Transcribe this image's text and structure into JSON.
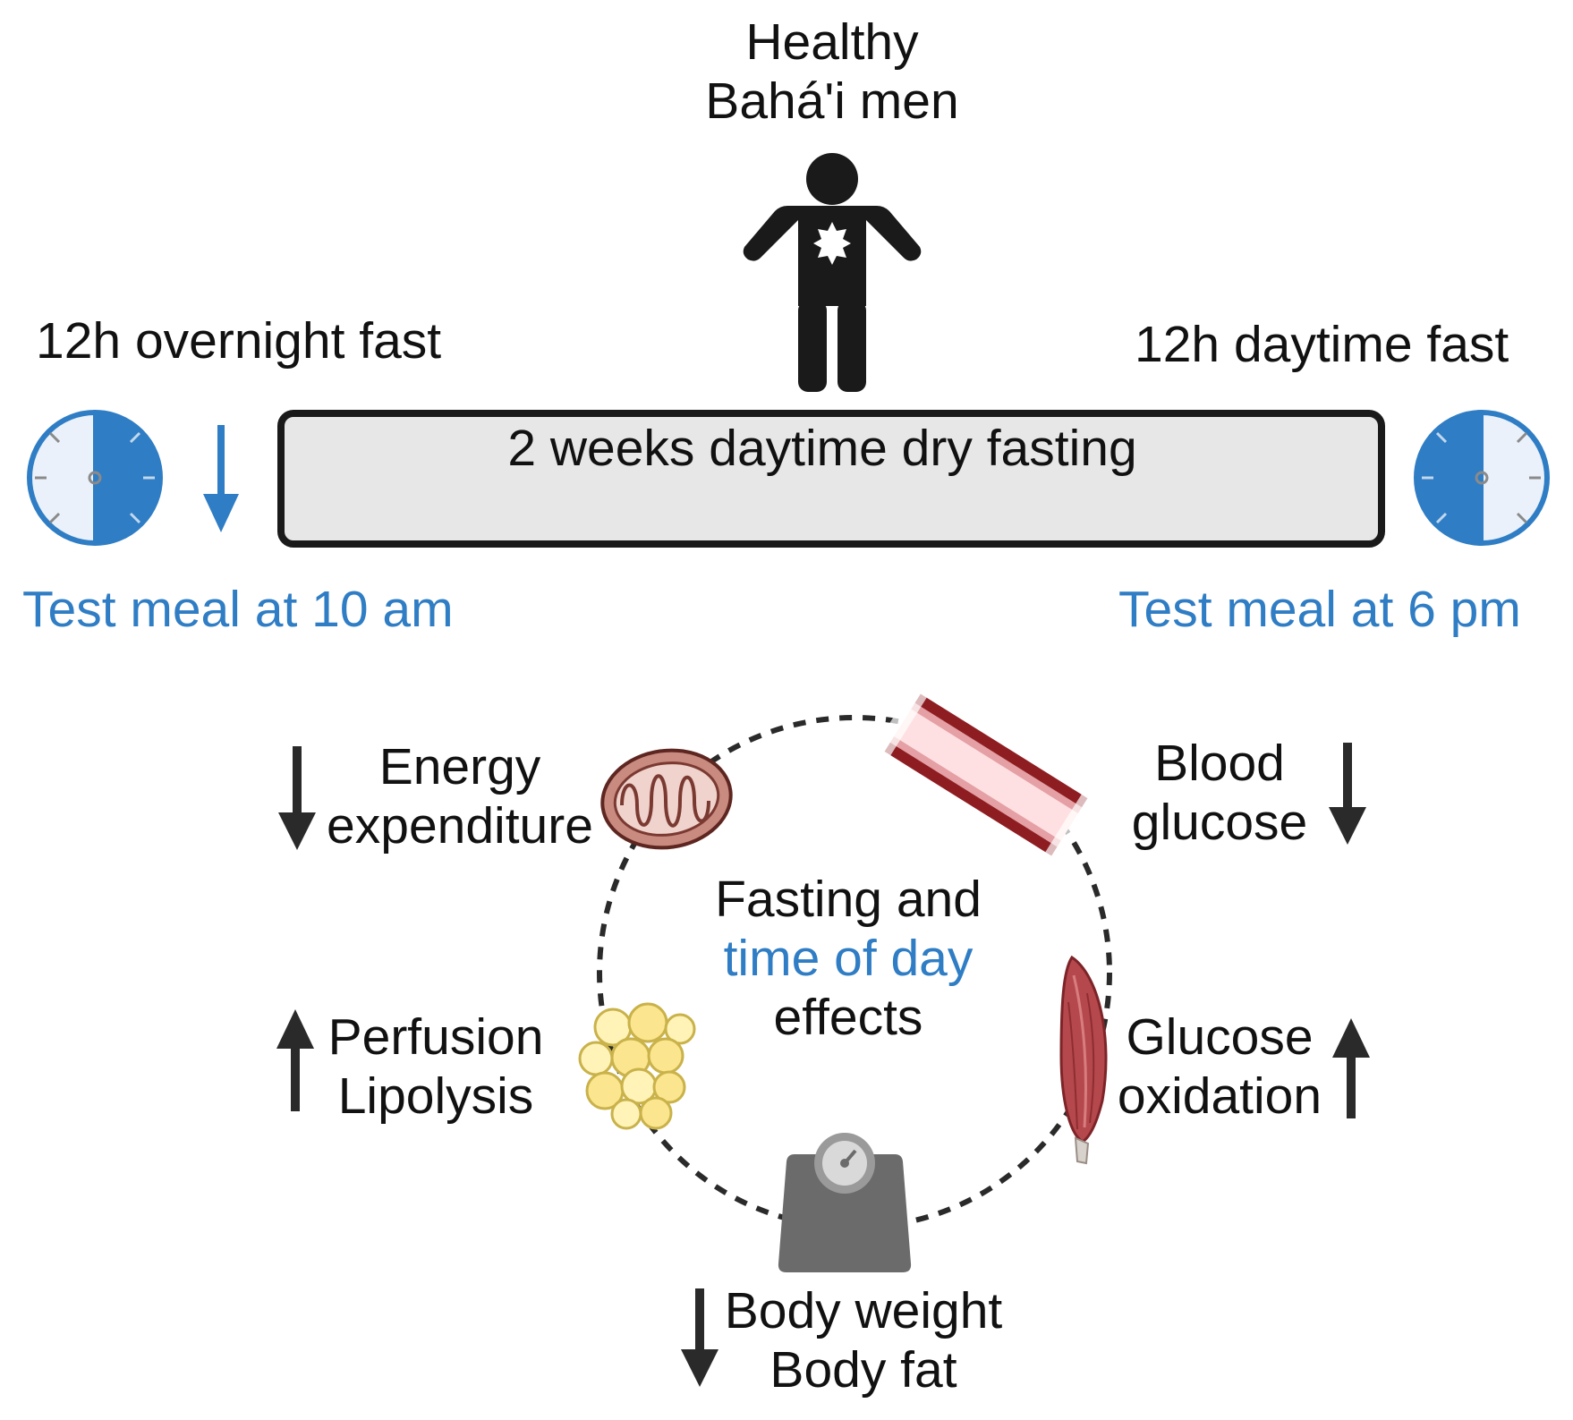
{
  "header": {
    "subject_line1": "Healthy",
    "subject_line2": "Bahá'i men"
  },
  "left": {
    "fast_label": "12h overnight fast",
    "meal_label": "Test meal at 10 am"
  },
  "right": {
    "fast_label": "12h daytime fast",
    "meal_label": "Test meal at 6 pm"
  },
  "intervention": {
    "label": "2 weeks daytime dry fasting"
  },
  "center": {
    "line1": "Fasting and",
    "line2": "time of day",
    "line3": "effects"
  },
  "outcomes": {
    "energy": {
      "line1": "Energy",
      "line2": "expenditure",
      "direction": "down"
    },
    "glucose": {
      "line1": "Blood",
      "line2": "glucose",
      "direction": "down"
    },
    "adipose": {
      "line1": "Perfusion",
      "line2": "Lipolysis",
      "direction": "up"
    },
    "oxidation": {
      "line1": "Glucose",
      "line2": "oxidation",
      "direction": "up"
    },
    "body": {
      "line1": "Body weight",
      "line2": "Body fat",
      "direction": "down"
    }
  },
  "icons": {
    "person": "person-icon",
    "clock_left": "clock-icon",
    "clock_right": "clock-icon",
    "mitochondrion": "mitochondrion-icon",
    "blood_vessel": "blood-vessel-icon",
    "adipocytes": "fat-cells-icon",
    "muscle": "muscle-icon",
    "scale": "scale-icon"
  },
  "colors": {
    "accent_blue": "#2f7dc4",
    "text": "#111111",
    "bar_fill": "#e7e7e7",
    "vessel_red": "#8e1d22"
  }
}
